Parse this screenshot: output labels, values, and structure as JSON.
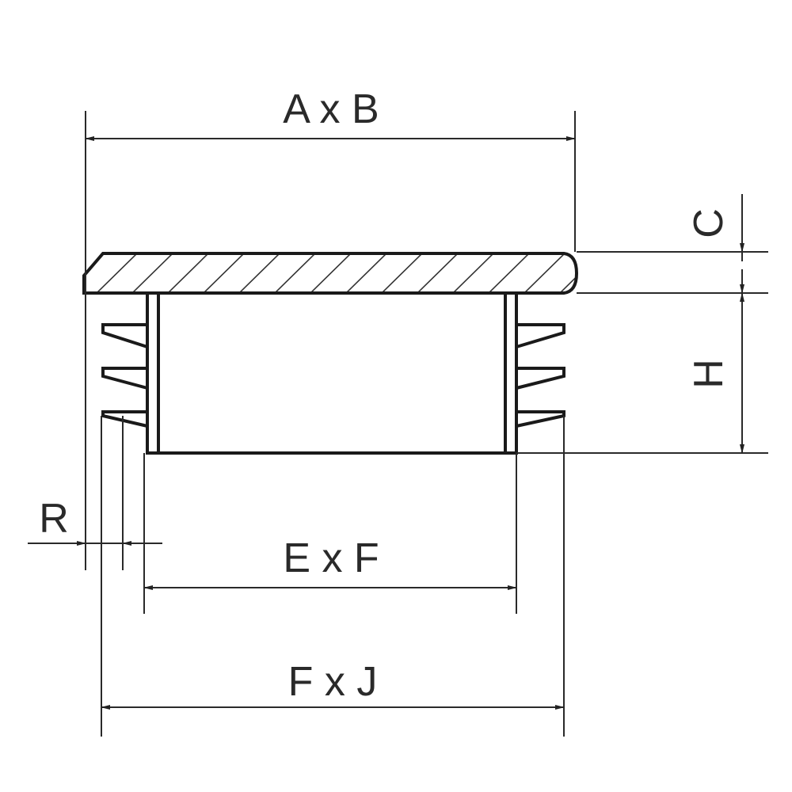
{
  "dimensions": {
    "outer_cap": "A x B",
    "cap_thickness": "C",
    "height": "H",
    "radius": "R",
    "inner": "E x F",
    "fin_outer": "F x J"
  },
  "colors": {
    "line": "#1a1a1a",
    "background": "#ffffff"
  }
}
